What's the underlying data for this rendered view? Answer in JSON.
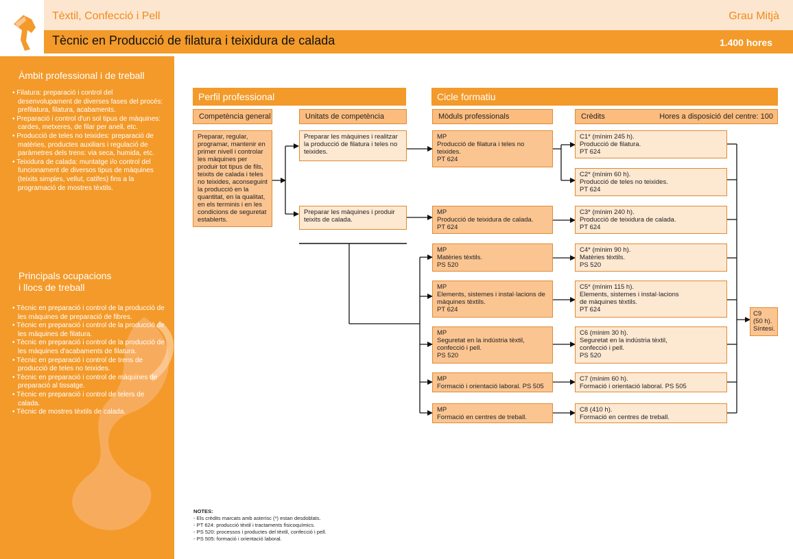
{
  "header": {
    "family": "Tèxtil, Confecció i Pell",
    "level": "Grau Mitjà",
    "title": "Tècnic en Producció de filatura i teixidura de calada",
    "hours": "1.400 hores"
  },
  "colors": {
    "accent": "#f39a2a",
    "light": "#fde6cf",
    "box_dark": "#fbc592",
    "box_light": "#fde8d2"
  },
  "sidebar": {
    "ambit_title": "Àmbit professional i de treball",
    "ambit_items": [
      "• Filatura: preparació i control del desenvolupament de diverses fases del procés: prefilatura, filatura, acabaments.",
      "• Preparació i control d'un sol tipus de màquines: cardes, metxeres, de filar per anell, etc.",
      "• Producció de teles no teixides: preparació de matèries, productes auxiliars i regulació de paràmetres dels trens: via seca, humida, etc.",
      "• Teixidura de calada: muntatge i/o control del funcionament de diversos tipus de màquines (teixits simples, vellut, catifes) fins a la programació de mostres tèxtils."
    ],
    "ocup_title_1": "Principals ocupacions",
    "ocup_title_2": "i llocs de treball",
    "ocup_items": [
      "• Tècnic en preparació i control de la producció de les màquines de preparació de fibres.",
      "• Tècnic en preparació i control de la producció de les màquines de filatura.",
      "• Tècnic en preparació i control de la producció de les màquines d'acabaments de filatura.",
      "• Tècnic en preparació i control de trens de producció de teles no teixides.",
      "• Tècnic en preparació i control de màquines de preparació al tissatge.",
      "• Tècnic en preparació i control de telers de calada.",
      "• Tècnic de mostres tèxtils de calada."
    ]
  },
  "perfil": {
    "title": "Perfil professional",
    "competencia_head": "Competència general",
    "unitats_head": "Unitats de competència",
    "competencia_text": "Preparar, regular, programar, mantenir en primer nivell i controlar les màquines per produir tot tipus de fils, teixits de calada i teles no teixides, aconseguint la producció en la quantitat, en la qualitat, en els terminis i en les condicions de seguretat establerts.",
    "units": [
      "Preparar les màquines i realitzar la producció de filatura i teles no teixides.",
      "Preparar les màquines i produir teixits de calada."
    ]
  },
  "cicle": {
    "title": "Cicle formatiu",
    "moduls_head": "Mòduls professionals",
    "credits_head": "Crèdits",
    "centre_hours": "Hores a disposició del centre: 100",
    "moduls": [
      [
        "MP",
        "Producció de filatura i teles no",
        "teixides.",
        "PT 624"
      ],
      [
        "MP",
        "Producció de teixidura de calada.",
        "PT 624"
      ],
      [
        "MP",
        "Matèries tèxtils.",
        "PS 520"
      ],
      [
        "MP",
        "Elements, sistemes i instal·lacions de",
        "màquines tèxtils.",
        "PT 624"
      ],
      [
        "MP",
        "Seguretat en la indústria tèxtil,",
        "confecció i pell.",
        "PS 520"
      ],
      [
        "MP",
        "Formació i orientació laboral. PS 505"
      ],
      [
        "MP",
        "Formació en centres de treball."
      ]
    ],
    "credits": [
      [
        "C1* (mínim 245 h).",
        "Producció de filatura.",
        "PT 624"
      ],
      [
        "C2* (mínim 60 h).",
        "Producció de teles no teixides.",
        "PT 624"
      ],
      [
        "C3* (mínim 240 h).",
        "Producció de teixidura de calada.",
        "PT 624"
      ],
      [
        "C4* (mínim 90 h).",
        "Matèries tèxtils.",
        "PS 520"
      ],
      [
        "C5* (mínim 115 h).",
        "Elements, sistemes i instal·lacions",
        "de màquines tèxtils.",
        "PT 624"
      ],
      [
        "C6 (mínim 30 h).",
        "Seguretat en la indústria tèxtil,",
        "confecció i pell.",
        "PS 520"
      ],
      [
        "C7 (mínim 60 h).",
        "Formació i orientació laboral. PS 505"
      ],
      [
        "C8 (410 h).",
        "Formació en centres de treball."
      ]
    ],
    "synthesis": [
      "C9",
      "(50 h).",
      "Síntesi."
    ]
  },
  "notes": {
    "title": "NOTES:",
    "lines": [
      "- Els crèdits marcats amb asterisc (*) estan desdoblats.",
      "- PT 624: producció tèxtil i tractaments fisicoquímics.",
      "- PS 520: processos i productes del tèxtil, confecció i pell.",
      "- PS 505: formació i orientació laboral."
    ]
  }
}
